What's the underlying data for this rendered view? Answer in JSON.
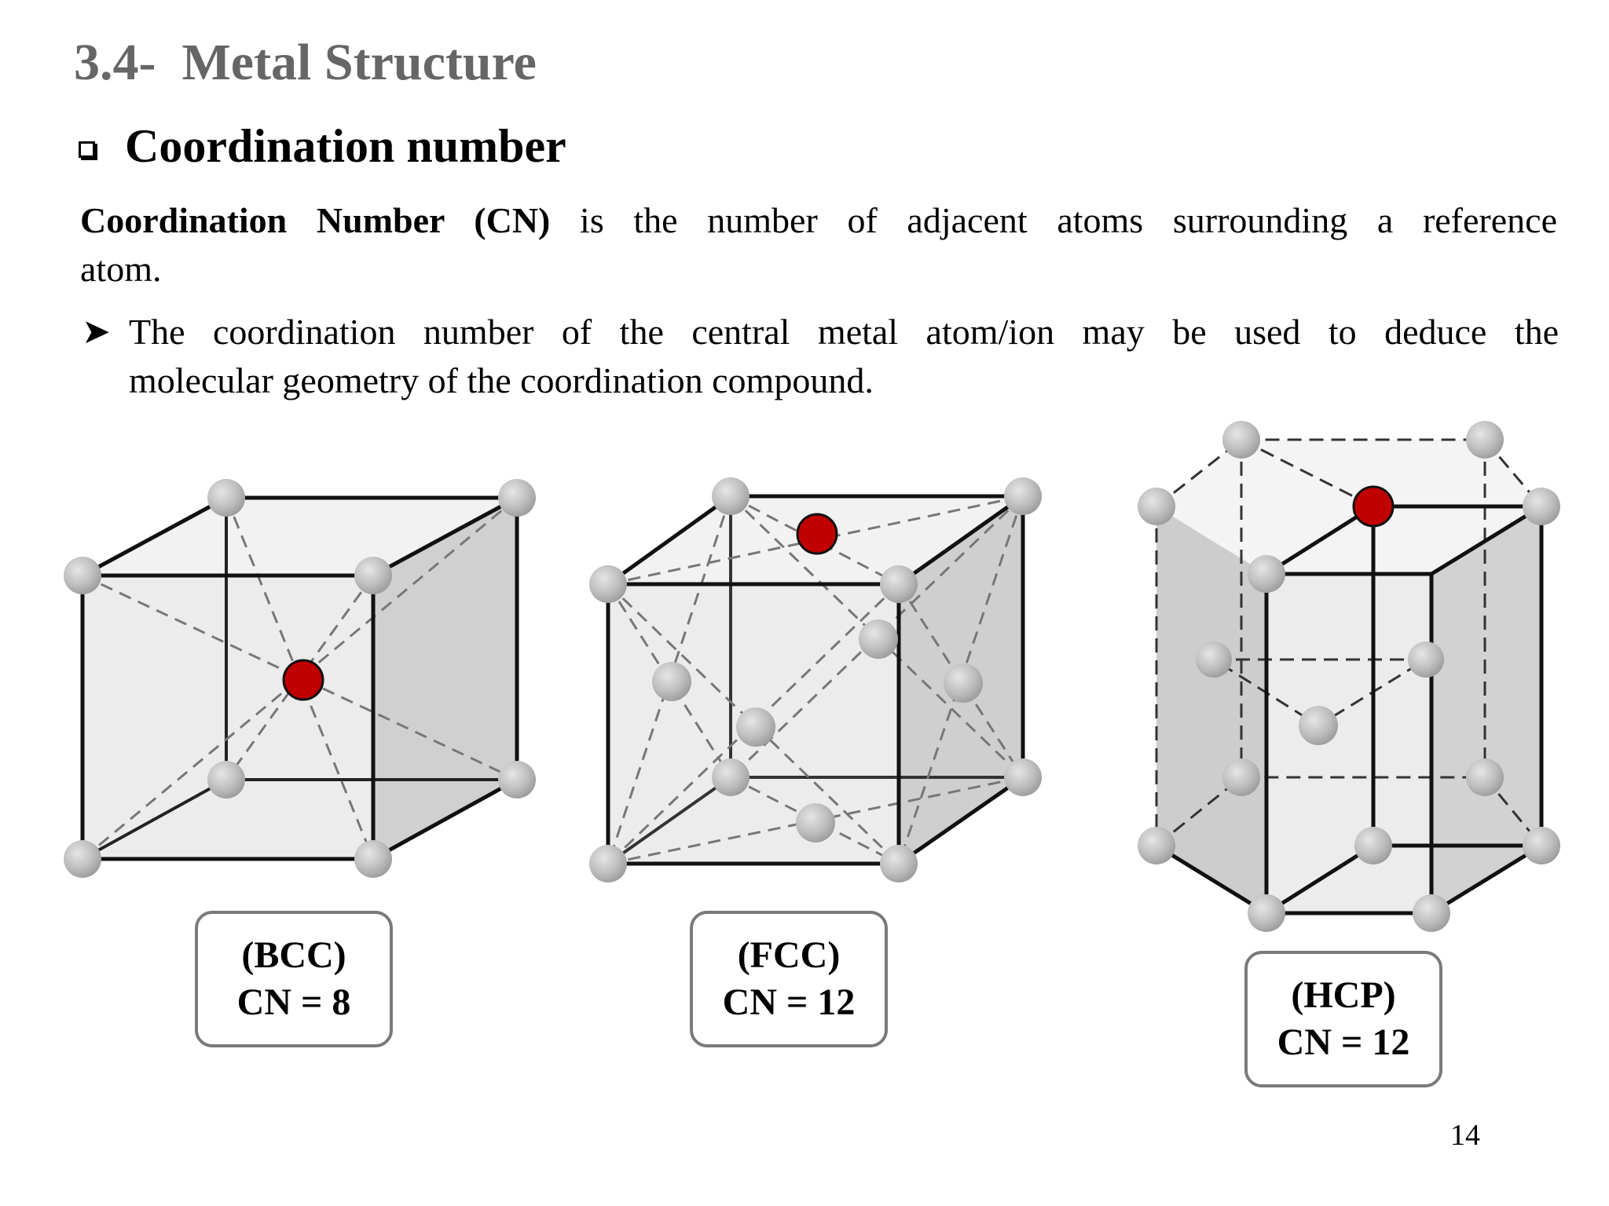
{
  "slide": {
    "title": "3.4-  Metal Structure",
    "subheading": "Coordination number",
    "definition_term": "Coordination Number (CN)",
    "definition_line1_rest": " is the number of adjacent atoms surrounding a reference",
    "definition_line2": "atom.",
    "point_line1": "The coordination number of the central metal atom/ion may be used to deduce the",
    "point_line2": "molecular geometry of the coordination compound.",
    "page_number": "14"
  },
  "structures": [
    {
      "label": "(BCC)",
      "cn": "CN = 8"
    },
    {
      "label": "(FCC)",
      "cn": "CN = 12"
    },
    {
      "label": "(HCP)",
      "cn": "CN = 12"
    }
  ],
  "colors": {
    "title": "#666666",
    "reference_atom": "#c00000",
    "neighbor_atom": "#b4b4b4",
    "face_fill": "#d8d8d8",
    "box_border": "#7a7a7a"
  }
}
